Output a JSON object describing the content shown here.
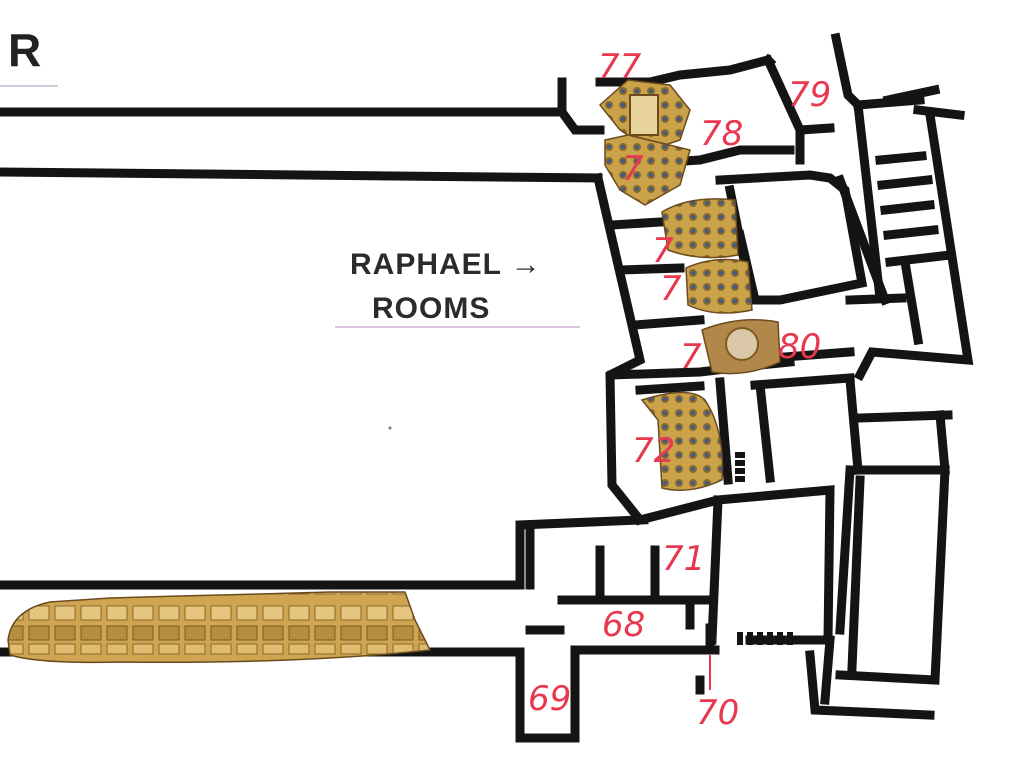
{
  "map": {
    "corner_letter": "R",
    "label": {
      "line1": "RAPHAEL →",
      "line2": "ROOMS"
    },
    "rooms": [
      {
        "key": "r77",
        "number": "77"
      },
      {
        "key": "r78",
        "number": "78"
      },
      {
        "key": "r79",
        "number": "79"
      },
      {
        "key": "r7a",
        "number": "7"
      },
      {
        "key": "r76",
        "number": "7"
      },
      {
        "key": "r75",
        "number": "7"
      },
      {
        "key": "r80",
        "number": "80"
      },
      {
        "key": "r74",
        "number": "7"
      },
      {
        "key": "r72",
        "number": "72"
      },
      {
        "key": "r71",
        "number": "71"
      },
      {
        "key": "r68",
        "number": "68"
      },
      {
        "key": "r69",
        "number": "69"
      },
      {
        "key": "r70",
        "number": "70"
      }
    ],
    "colors": {
      "walls": "#141414",
      "room_numbers": "#e8384f",
      "ceiling_gold": "#c9a24a",
      "ceiling_blue": "#2f4f8a"
    }
  }
}
